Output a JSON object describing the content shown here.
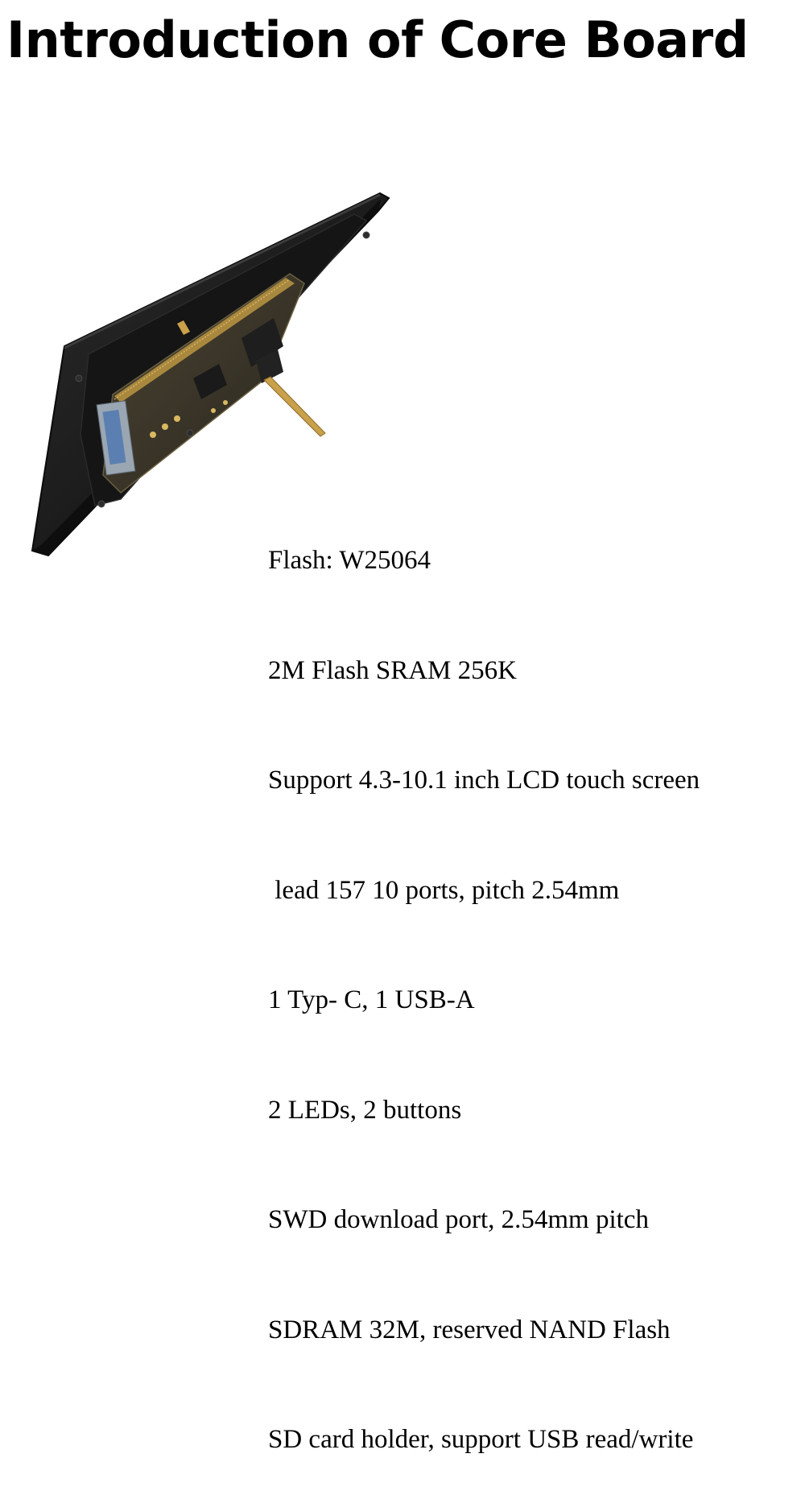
{
  "header": {
    "title": "Introduction of Core Board"
  },
  "product": {
    "photo_icon": "lcd-core-board-photo"
  },
  "specs": {
    "items": [
      "Flash: W25064",
      "2M Flash SRAM 256K",
      "Support 4.3-10.1 inch LCD touch screen",
      " lead 157 10 ports, pitch 2.54mm",
      "1 Typ- C, 1 USB-A",
      "2 LEDs, 2 buttons",
      "SWD download port, 2.54mm pitch",
      "SDRAM 32M, reserved NAND Flash",
      "SD card holder, support USB read/write"
    ]
  },
  "colors": {
    "background": "#ffffff",
    "text": "#000000",
    "bezel": "#1a1a1a",
    "pcb": "#3a3528",
    "gold": "#c9a14a"
  }
}
